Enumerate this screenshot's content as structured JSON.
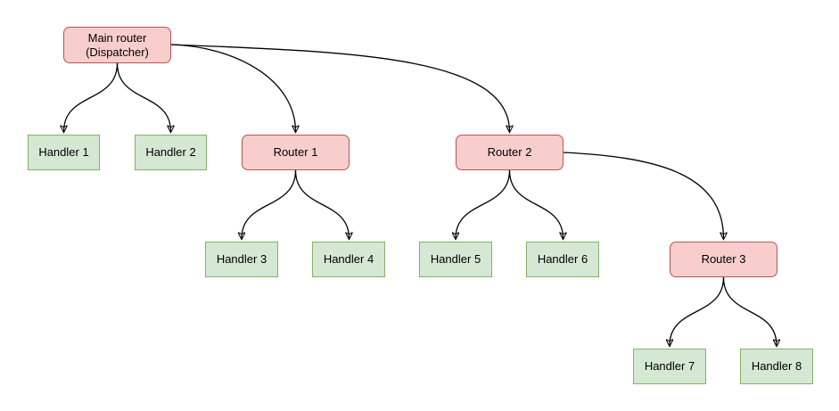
{
  "diagram": {
    "type": "flowchart-tree",
    "nodes": [
      {
        "id": "main",
        "label": "Main router\n(Dispatcher)",
        "kind": "router"
      },
      {
        "id": "handler1",
        "label": "Handler 1",
        "kind": "handler"
      },
      {
        "id": "handler2",
        "label": "Handler 2",
        "kind": "handler"
      },
      {
        "id": "router1",
        "label": "Router 1",
        "kind": "router"
      },
      {
        "id": "router2",
        "label": "Router 2",
        "kind": "router"
      },
      {
        "id": "handler3",
        "label": "Handler 3",
        "kind": "handler"
      },
      {
        "id": "handler4",
        "label": "Handler 4",
        "kind": "handler"
      },
      {
        "id": "handler5",
        "label": "Handler 5",
        "kind": "handler"
      },
      {
        "id": "handler6",
        "label": "Handler 6",
        "kind": "handler"
      },
      {
        "id": "router3",
        "label": "Router 3",
        "kind": "router"
      },
      {
        "id": "handler7",
        "label": "Handler 7",
        "kind": "handler"
      },
      {
        "id": "handler8",
        "label": "Handler 8",
        "kind": "handler"
      }
    ],
    "edges": [
      {
        "from": "main",
        "to": "handler1"
      },
      {
        "from": "main",
        "to": "handler2"
      },
      {
        "from": "main",
        "to": "router1"
      },
      {
        "from": "main",
        "to": "router2"
      },
      {
        "from": "router1",
        "to": "handler3"
      },
      {
        "from": "router1",
        "to": "handler4"
      },
      {
        "from": "router2",
        "to": "handler5"
      },
      {
        "from": "router2",
        "to": "handler6"
      },
      {
        "from": "router2",
        "to": "router3"
      },
      {
        "from": "router3",
        "to": "handler7"
      },
      {
        "from": "router3",
        "to": "handler8"
      }
    ],
    "colors": {
      "router_fill": "#f8cecc",
      "router_stroke": "#b85450",
      "handler_fill": "#d5e8d4",
      "handler_stroke": "#82b366",
      "edge_stroke": "#000000",
      "text": "#000000",
      "background": "#ffffff"
    }
  }
}
